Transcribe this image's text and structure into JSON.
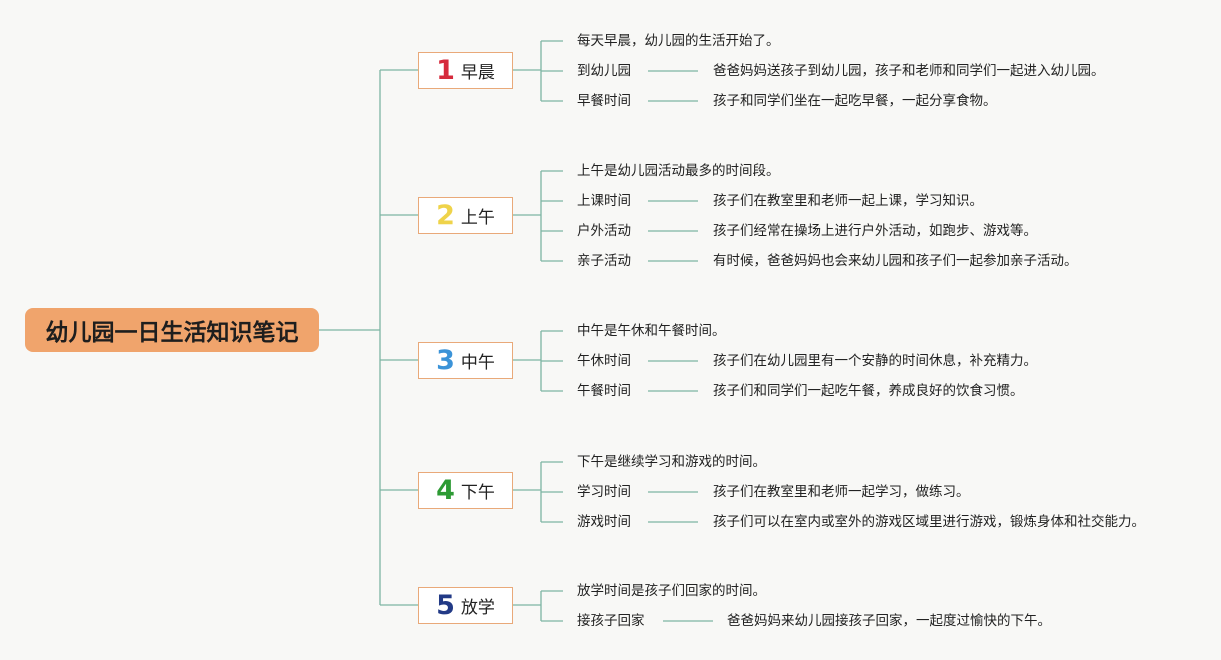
{
  "root": {
    "title": "幼儿园一日生活知识笔记"
  },
  "branches": [
    {
      "num": "1",
      "label": "早晨",
      "color": "#d62a3c",
      "intro": "每天早晨，幼儿园的生活开始了。",
      "items": [
        {
          "label": "到幼儿园",
          "desc": "爸爸妈妈送孩子到幼儿园，孩子和老师和同学们一起进入幼儿园。"
        },
        {
          "label": "早餐时间",
          "desc": "孩子和同学们坐在一起吃早餐，一起分享食物。"
        }
      ]
    },
    {
      "num": "2",
      "label": "上午",
      "color": "#efd34a",
      "intro": "上午是幼儿园活动最多的时间段。",
      "items": [
        {
          "label": "上课时间",
          "desc": "孩子们在教室里和老师一起上课，学习知识。"
        },
        {
          "label": "户外活动",
          "desc": "孩子们经常在操场上进行户外活动，如跑步、游戏等。"
        },
        {
          "label": "亲子活动",
          "desc": "有时候，爸爸妈妈也会来幼儿园和孩子们一起参加亲子活动。"
        }
      ]
    },
    {
      "num": "3",
      "label": "中午",
      "color": "#3b93d8",
      "intro": "中午是午休和午餐时间。",
      "items": [
        {
          "label": "午休时间",
          "desc": "孩子们在幼儿园里有一个安静的时间休息，补充精力。"
        },
        {
          "label": "午餐时间",
          "desc": "孩子们和同学们一起吃午餐，养成良好的饮食习惯。"
        }
      ]
    },
    {
      "num": "4",
      "label": "下午",
      "color": "#2d9a34",
      "intro": "下午是继续学习和游戏的时间。",
      "items": [
        {
          "label": "学习时间",
          "desc": "孩子们在教室里和老师一起学习，做练习。"
        },
        {
          "label": "游戏时间",
          "desc": "孩子们可以在室内或室外的游戏区域里进行游戏，锻炼身体和社交能力。"
        }
      ]
    },
    {
      "num": "5",
      "label": "放学",
      "color": "#223a86",
      "intro": "放学时间是孩子们回家的时间。",
      "items": [
        {
          "label": "接孩子回家",
          "desc": "爸爸妈妈来幼儿园接孩子回家，一起度过愉快的下午。"
        }
      ]
    }
  ],
  "line_color": "#7db5a3"
}
